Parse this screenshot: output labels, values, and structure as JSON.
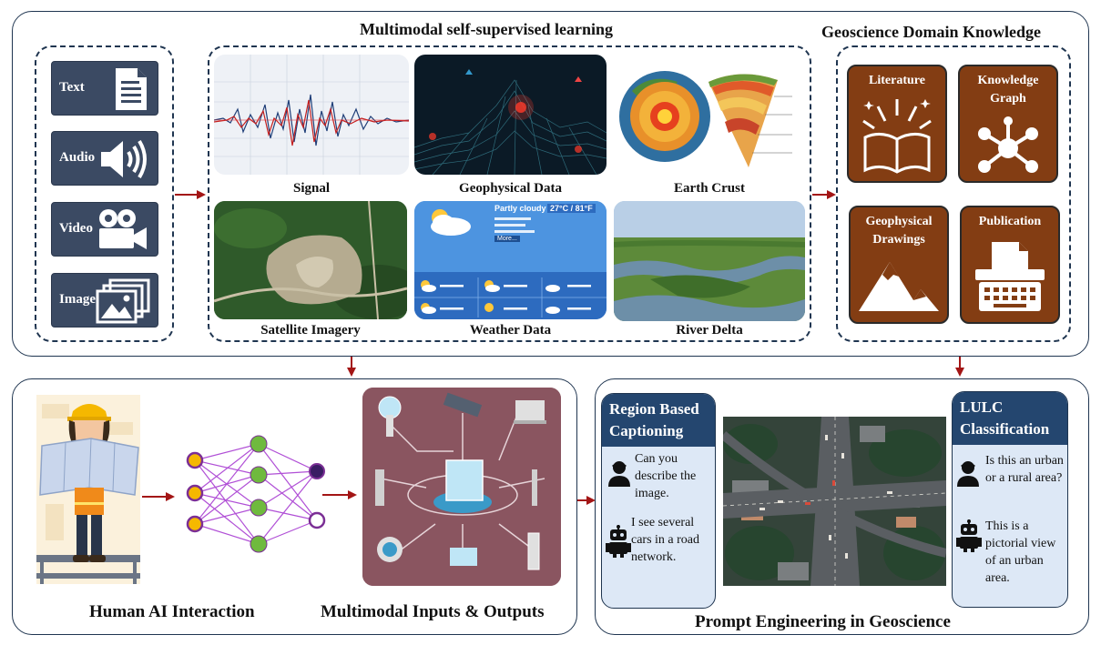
{
  "top_panel": {
    "title": "Multimodal  self-supervised  learning",
    "modalities": [
      {
        "label": "Text",
        "icon": "document-icon"
      },
      {
        "label": "Audio",
        "icon": "speaker-icon"
      },
      {
        "label": "Video",
        "icon": "video-camera-icon"
      },
      {
        "label": "Image",
        "icon": "image-gallery-icon"
      }
    ],
    "data_types": [
      {
        "caption": "Signal"
      },
      {
        "caption": "Geophysical Data"
      },
      {
        "caption": "Earth  Crust"
      },
      {
        "caption": "Satellite Imagery"
      },
      {
        "caption": "Weather Data"
      },
      {
        "caption": "River Delta"
      }
    ],
    "weather_widget": {
      "condition": "Partly cloudy",
      "temperature": "27°C / 81°F",
      "more_button": "More..."
    }
  },
  "domain_knowledge": {
    "title": "Geoscience Domain Knowledge",
    "items": [
      {
        "label": "Literature"
      },
      {
        "label": "Knowledge Graph"
      },
      {
        "label": "Geophysical Drawings"
      },
      {
        "label": "Publication"
      }
    ]
  },
  "human_ai": {
    "title": "Human  AI  Interaction",
    "multimodal_title": "Multimodal  Inputs  & Outputs"
  },
  "prompt_engineering": {
    "title": "Prompt Engineering  in Geoscience",
    "region_box": {
      "header": "Region Based Captioning",
      "user_msg": "Can you describe the image.",
      "bot_msg": "I see several cars in a road network."
    },
    "lulc_box": {
      "header": "LULC Classification",
      "user_msg": "Is this  an urban or a rural area?",
      "bot_msg": "This is a pictorial view of an urban area."
    }
  },
  "colors": {
    "panel_border": "#1f3550",
    "modality_bg": "#3b4a63",
    "knowledge_bg": "#833d13",
    "chat_header": "#24466f",
    "chat_bg": "#dde8f6",
    "arrow": "#a31515"
  }
}
